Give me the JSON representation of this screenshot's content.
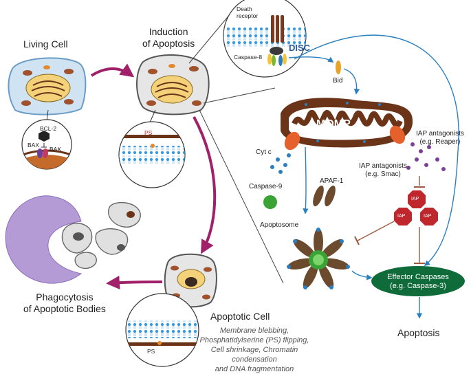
{
  "stages": {
    "living_cell": "Living Cell",
    "induction_line1": "Induction",
    "induction_line2": "of Apoptosis",
    "apoptotic_cell": "Apoptotic Cell",
    "phagocytosis_line1": "Phagocytosis",
    "phagocytosis_line2": "of Apoptotic Bodies",
    "apoptosis": "Apoptosis"
  },
  "labels": {
    "death_receptor_line1": "Death",
    "death_receptor_line2": "receptor",
    "disc": "DISC",
    "caspase8": "Caspase-8",
    "bid": "Bid",
    "momp": "MOMP",
    "cytc": "Cyt c",
    "caspase9": "Caspase-9",
    "apaf1": "APAF-1",
    "apoptosome": "Apoptosome",
    "iap_antagonists_reaper_line1": "IAP antagonists",
    "iap_antagonists_reaper_line2": "(e.g. Reaper)",
    "iap_antagonists_smac_line1": "IAP antagonists",
    "iap_antagonists_smac_line2": "(e.g. Smac)",
    "iap_1": "IAP",
    "iap_2": "IAP",
    "iap_3": "IAP",
    "effector_line1": "Effector Caspases",
    "effector_line2": "(e.g. Caspase-3)",
    "bcl2": "BCL-2",
    "bax": "BAX",
    "bak": "BAK",
    "ps_top": "PS",
    "ps_bottom": "PS"
  },
  "notes": {
    "line1": "Membrane blebbing,",
    "line2": "Phosphatidylserine (PS) flipping,",
    "line3": "Cell shrinkage, Chromatin condensation",
    "line4": "and DNA fragmentation"
  },
  "colors": {
    "arrow_magenta": "#a0206a",
    "arrow_blue": "#2a7fc0",
    "inhibit_brown": "#a05a40",
    "mito_brown": "#6b3318",
    "iap_red": "#c0272d",
    "effector_green": "#0f6b3a",
    "living_cell_fill": "#cfe3f3",
    "phagocyte_purple": "#b49bd6",
    "membrane_blue": "#3b9ad9"
  }
}
